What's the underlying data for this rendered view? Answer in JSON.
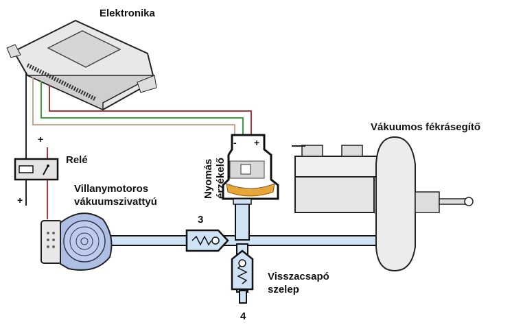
{
  "labels": {
    "electronics": "Elektronika",
    "booster": "Vákuumos fékrásegítő",
    "relay": "Relé",
    "sensor_line1": "Nyomás",
    "sensor_line2": "érzékelő",
    "pump_line1": "Villanymotoros",
    "pump_line2": "vákuumszivattyú",
    "valve_number": "3",
    "check_valve_line1": "Visszacsapó",
    "check_valve_line2": "szelep",
    "outlet_number": "4",
    "relay_plus_top": "+",
    "relay_plus_bottom": "+",
    "sensor_minus": "-",
    "sensor_plus": "+"
  },
  "colors": {
    "pipe_fill": "#cfe3f4",
    "pump_fill": "#aebfe6",
    "wire_red": "#b0303c",
    "wire_green": "#3aa040",
    "wire_tan": "#c9a68a",
    "sensor_pad": "#e6a63a",
    "outline": "#111111"
  }
}
